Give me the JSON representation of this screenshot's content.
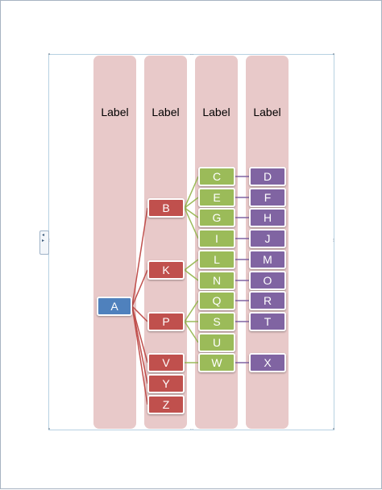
{
  "columns": [
    {
      "label": "Label"
    },
    {
      "label": "Label"
    },
    {
      "label": "Label"
    },
    {
      "label": "Label"
    }
  ],
  "nodes": {
    "a": "A",
    "b": "B",
    "k": "K",
    "p": "P",
    "v": "V",
    "y": "Y",
    "z": "Z",
    "c": "C",
    "e": "E",
    "g": "G",
    "i": "I",
    "l": "L",
    "n": "N",
    "q": "Q",
    "s": "S",
    "u": "U",
    "w": "W",
    "d": "D",
    "f": "F",
    "h": "H",
    "j": "J",
    "m": "M",
    "o": "O",
    "r": "R",
    "t": "T",
    "x": "X"
  },
  "colors": {
    "column_fill": "#e8c9c9",
    "level1": "#4f81bd",
    "level2": "#c0504d",
    "level3": "#9bbb59",
    "level4": "#8064a2"
  },
  "icons": {
    "side_tab": "expand-text-pane-icon"
  }
}
